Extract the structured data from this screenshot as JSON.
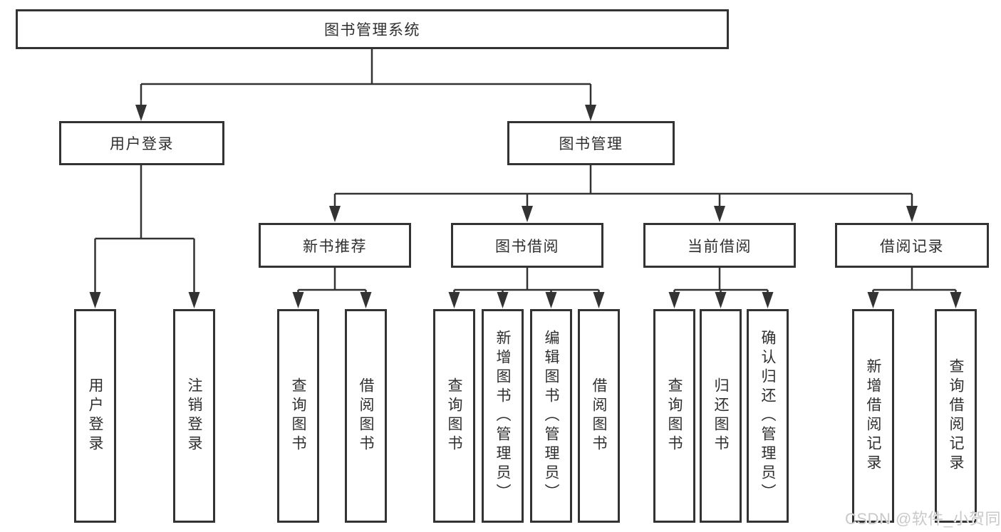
{
  "diagram": {
    "title": "图书管理系统",
    "level2": [
      {
        "label": "用户登录"
      },
      {
        "label": "图书管理"
      }
    ],
    "level3": [
      {
        "label": "新书推荐"
      },
      {
        "label": "图书借阅"
      },
      {
        "label": "当前借阅"
      },
      {
        "label": "借阅记录"
      }
    ],
    "leaves": {
      "user_login": [
        "用户登录",
        "注销登录"
      ],
      "new_books": [
        "查询图书",
        "借阅图书"
      ],
      "book_borrow": [
        "查询图书",
        "新增图书（管理员）",
        "编辑图书（管理员）",
        "借阅图书"
      ],
      "current_borrow": [
        "查询图书",
        "归还图书",
        "确认归还（管理员）"
      ],
      "borrow_records": [
        "新增借阅记录",
        "查询借阅记录"
      ]
    }
  },
  "watermark": {
    "text": "CSDN @软件_小贺同学"
  },
  "colors": {
    "line": "#333333",
    "box_border": "#333333",
    "box_fill": "#ffffff",
    "text": "#2f2f2f",
    "watermark": "#c9c9c9"
  }
}
